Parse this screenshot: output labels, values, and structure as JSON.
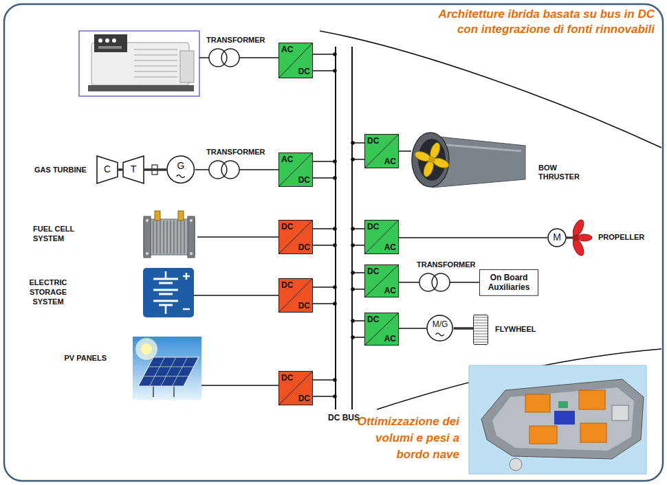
{
  "diagram": {
    "title": "Architetture ibrida basata su bus in DC con integrazione di fonti rinnovabili",
    "caption": "Ottimizzazione dei volumi e pesi a bordo nave",
    "nodes": [
      {
        "text": [
          "TRANSFORMER"
        ]
      },
      {
        "text": [
          "AC",
          "DC"
        ]
      },
      {
        "text": [
          "C"
        ]
      },
      {
        "text": [
          "T"
        ]
      },
      {
        "text": [
          "G"
        ]
      },
      {
        "text": [
          "TRANSFORMER"
        ]
      },
      {
        "text": [
          "AC",
          "DC"
        ]
      },
      {
        "text": [
          "DC",
          "AC"
        ]
      },
      {
        "text": [
          "BOW THRUSTER"
        ]
      },
      {
        "text": [
          "FUEL CELL SYSTEM"
        ]
      },
      {
        "text": [
          "DC",
          "DC"
        ]
      },
      {
        "text": [
          "DC",
          "AC"
        ]
      },
      {
        "text": [
          "M"
        ]
      },
      {
        "text": [
          "PROPELLER"
        ]
      },
      {
        "text": [
          "ELECTRIC STORAGE SYSTEM"
        ]
      },
      {
        "text": [
          "DC",
          "DC"
        ]
      },
      {
        "text": [
          "DC",
          "AC"
        ]
      },
      {
        "text": [
          "TRANSFORMER"
        ]
      },
      {
        "text": [
          "On Board Auxiliaries"
        ]
      },
      {
        "text": [
          "DC",
          "AC"
        ]
      },
      {
        "text": [
          "M/G"
        ]
      },
      {
        "text": [
          "FLYWHEEL"
        ]
      },
      {
        "text": [
          "PV PANELS"
        ]
      },
      {
        "text": [
          "DC",
          "DC"
        ]
      },
      {
        "text": [
          "DC BUS"
        ]
      }
    ],
    "edges": [
      {
        "from": 0,
        "to": 1,
        "arrow": "none"
      },
      {
        "from": 1,
        "to": 24,
        "arrow": "none"
      },
      {
        "from": 2,
        "to": 3,
        "arrow": "none"
      },
      {
        "from": 3,
        "to": 4,
        "arrow": "none"
      },
      {
        "from": 4,
        "to": 5,
        "arrow": "none"
      },
      {
        "from": 5,
        "to": 6,
        "arrow": "none"
      },
      {
        "from": 6,
        "to": 24,
        "arrow": "none"
      },
      {
        "from": 24,
        "to": 7,
        "arrow": "none"
      },
      {
        "from": 7,
        "to": 8,
        "arrow": "none"
      },
      {
        "from": 9,
        "to": 10,
        "arrow": "none"
      },
      {
        "from": 10,
        "to": 24,
        "arrow": "none"
      },
      {
        "from": 24,
        "to": 11,
        "arrow": "none"
      },
      {
        "from": 11,
        "to": 12,
        "arrow": "none"
      },
      {
        "from": 12,
        "to": 13,
        "arrow": "none"
      },
      {
        "from": 14,
        "to": 15,
        "arrow": "none"
      },
      {
        "from": 15,
        "to": 24,
        "arrow": "none"
      },
      {
        "from": 24,
        "to": 16,
        "arrow": "none"
      },
      {
        "from": 16,
        "to": 17,
        "arrow": "none"
      },
      {
        "from": 17,
        "to": 18,
        "arrow": "none"
      },
      {
        "from": 24,
        "to": 19,
        "arrow": "none"
      },
      {
        "from": 19,
        "to": 20,
        "arrow": "none"
      },
      {
        "from": 20,
        "to": 21,
        "arrow": "none"
      },
      {
        "from": 22,
        "to": 23,
        "arrow": "none"
      },
      {
        "from": 23,
        "to": 24,
        "arrow": "none"
      }
    ],
    "labels": [
      "GAS TURBINE"
    ]
  }
}
